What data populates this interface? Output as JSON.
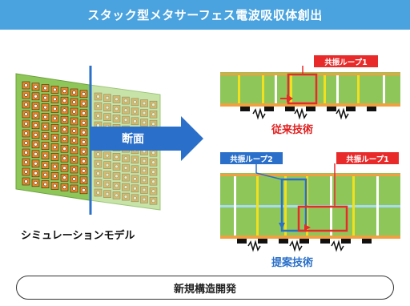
{
  "header": {
    "title": "スタック型メタサーフェス電波吸収体創出"
  },
  "left_panel": {
    "caption": "シミュレーションモデル",
    "cut_label": "断面"
  },
  "conventional": {
    "caption": "従来技術",
    "loop_tag": "共振ループ1"
  },
  "proposed": {
    "caption": "提案技術",
    "loop_tag_1": "共振ループ1",
    "loop_tag_2": "共振ループ2"
  },
  "footer": {
    "label": "新規構造開発"
  },
  "colors": {
    "banner": "#4aa3df",
    "red": "#e82a2a",
    "blue": "#2a6fc9",
    "substrate": "#8fc65a",
    "orange": "#f0a040"
  }
}
